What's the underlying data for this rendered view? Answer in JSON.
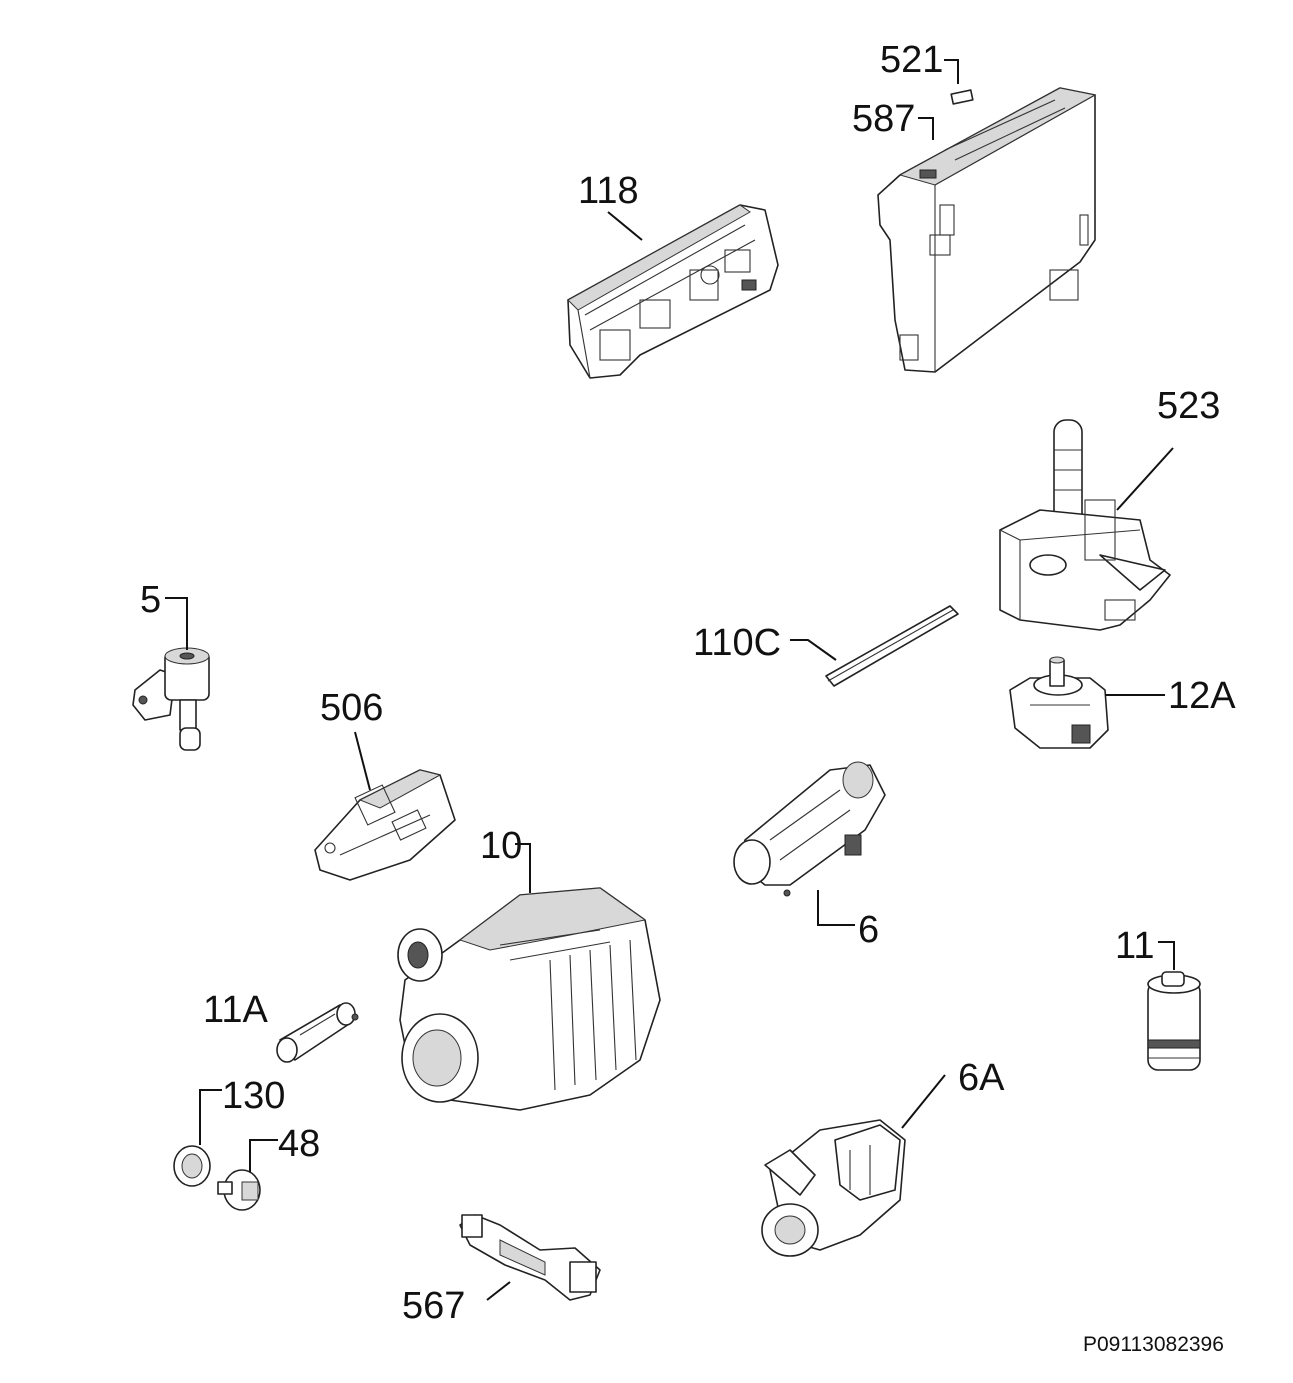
{
  "parts": [
    {
      "id": "p521",
      "label": "521"
    },
    {
      "id": "p587",
      "label": "587"
    },
    {
      "id": "p118",
      "label": "118"
    },
    {
      "id": "p523",
      "label": "523"
    },
    {
      "id": "p5",
      "label": "5"
    },
    {
      "id": "p110c",
      "label": "110C"
    },
    {
      "id": "p506",
      "label": "506"
    },
    {
      "id": "p12a",
      "label": "12A"
    },
    {
      "id": "p6",
      "label": "6"
    },
    {
      "id": "p10",
      "label": "10"
    },
    {
      "id": "p11",
      "label": "11"
    },
    {
      "id": "p11a",
      "label": "11A"
    },
    {
      "id": "p130",
      "label": "130"
    },
    {
      "id": "p48",
      "label": "48"
    },
    {
      "id": "p6a",
      "label": "6A"
    },
    {
      "id": "p567",
      "label": "567"
    }
  ],
  "reference_code": "P09113082396"
}
